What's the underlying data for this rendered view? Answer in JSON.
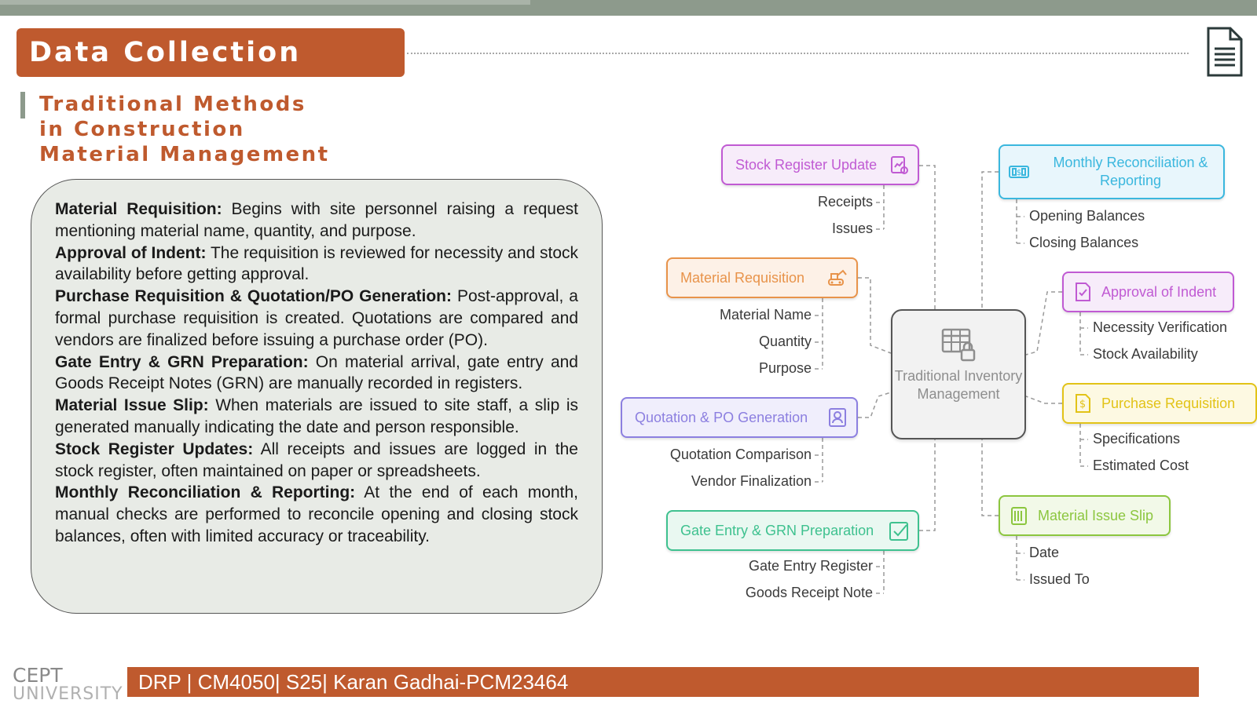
{
  "slide": {
    "title": "Data Collection",
    "subtitle": "Traditional Methods in Construction Material Management"
  },
  "description": [
    {
      "term": "Material Requisition:",
      "text": " Begins with site personnel raising a request mentioning material name, quantity, and purpose."
    },
    {
      "term": "Approval of Indent:",
      "text": " The requisition is reviewed for necessity and stock availability before getting approval."
    },
    {
      "term": "Purchase Requisition & Quotation/PO Generation:",
      "text": " Post-approval, a formal purchase requisition is created. Quotations are compared and vendors are finalized before issuing a purchase order (PO)."
    },
    {
      "term": "Gate Entry & GRN Preparation:",
      "text": " On material arrival, gate entry and Goods Receipt Notes (GRN) are manually recorded in registers."
    },
    {
      "term": "Material Issue Slip:",
      "text": " When materials are issued to site staff, a slip is generated manually indicating the date and person responsible."
    },
    {
      "term": "Stock Register Updates:",
      "text": " All receipts and issues are logged in the stock register, often maintained on paper or spreadsheets."
    },
    {
      "term": "Monthly Reconciliation & Reporting:",
      "text": " At the end of each month, manual checks are performed to reconcile opening and closing stock balances, often with limited accuracy or traceability."
    }
  ],
  "mindmap": {
    "center": {
      "label": "Traditional Inventory Management",
      "icon": "table-lock-icon"
    },
    "left": [
      {
        "label": "Stock Register Update",
        "icon": "clipboard-chart-icon",
        "color": "#c05ad3",
        "fill": "#f7ecfa",
        "children": [
          "Receipts",
          "Issues"
        ]
      },
      {
        "label": "Material Requisition",
        "icon": "excavator-icon",
        "color": "#e8934a",
        "fill": "#fdf1e7",
        "children": [
          "Material Name",
          "Quantity",
          "Purpose"
        ]
      },
      {
        "label": "Quotation & PO Generation",
        "icon": "badge-person-icon",
        "color": "#8c7fe0",
        "fill": "#f0eefc",
        "children": [
          "Quotation Comparison",
          "Vendor Finalization"
        ]
      },
      {
        "label": "Gate Entry & GRN Preparation",
        "icon": "checkbox-icon",
        "color": "#3ec18f",
        "fill": "#e9f8f1",
        "children": [
          "Gate Entry Register",
          "Goods Receipt Note"
        ]
      }
    ],
    "right": [
      {
        "label": "Monthly Reconciliation & Reporting",
        "icon": "cash-icon",
        "color": "#3ab7de",
        "fill": "#e8f6fc",
        "children": [
          "Opening Balances",
          "Closing Balances"
        ]
      },
      {
        "label": "Approval of Indent",
        "icon": "document-check-icon",
        "color": "#c05ad3",
        "fill": "#f7ecfa",
        "children": [
          "Necessity Verification",
          "Stock Availability"
        ]
      },
      {
        "label": "Purchase Requisition",
        "icon": "dollar-document-icon",
        "color": "#e2c317",
        "fill": "#fdf9e2",
        "children": [
          "Specifications",
          "Estimated Cost"
        ]
      },
      {
        "label": "Material Issue Slip",
        "icon": "receipt-icon",
        "color": "#8cc63f",
        "fill": "#f2f9e8",
        "children": [
          "Date",
          "Issued To"
        ]
      }
    ]
  },
  "footer": {
    "logo_line1": "CEPT",
    "logo_line2": "UNIVERSITY",
    "text": "DRP | CM4050| S25| Karan Gadhai-PCM23464"
  }
}
